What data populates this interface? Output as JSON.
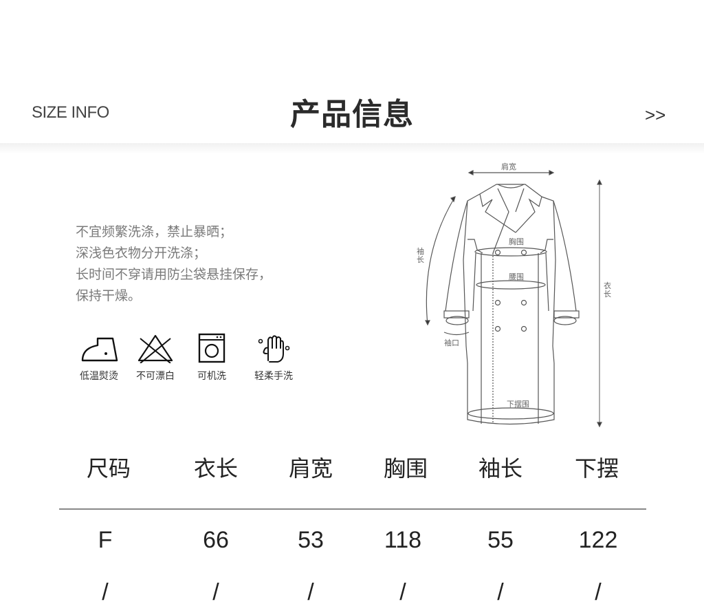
{
  "header": {
    "subtitle": "SIZE INFO",
    "title": "产品信息",
    "more": ">>"
  },
  "care": {
    "lines": [
      "不宜频繁洗涤，禁止暴晒；",
      "深浅色衣物分开洗涤；",
      "长时间不穿请用防尘袋悬挂保存，",
      "保持干燥。"
    ],
    "icons": [
      {
        "name": "low-temp-iron-icon",
        "label": "低温熨烫"
      },
      {
        "name": "no-bleach-icon",
        "label": "不可漂白"
      },
      {
        "name": "machine-wash-icon",
        "label": "可机洗"
      },
      {
        "name": "hand-wash-icon",
        "label": "轻柔手洗"
      }
    ]
  },
  "diagram": {
    "shoulder": "肩宽",
    "chest": "胸围",
    "waist": "腰围",
    "sleeve": "袖长",
    "cuff": "袖口",
    "hem": "下摆围",
    "length": "衣长",
    "colors": {
      "line": "#555555",
      "label": "#666666"
    }
  },
  "table": {
    "headers": [
      "尺码",
      "衣长",
      "肩宽",
      "胸围",
      "袖长",
      "下摆"
    ],
    "rows": [
      [
        "F",
        "66",
        "53",
        "118",
        "55",
        "122"
      ],
      [
        "/",
        "/",
        "/",
        "/",
        "/",
        "/"
      ]
    ],
    "divider_color": "#888888"
  }
}
